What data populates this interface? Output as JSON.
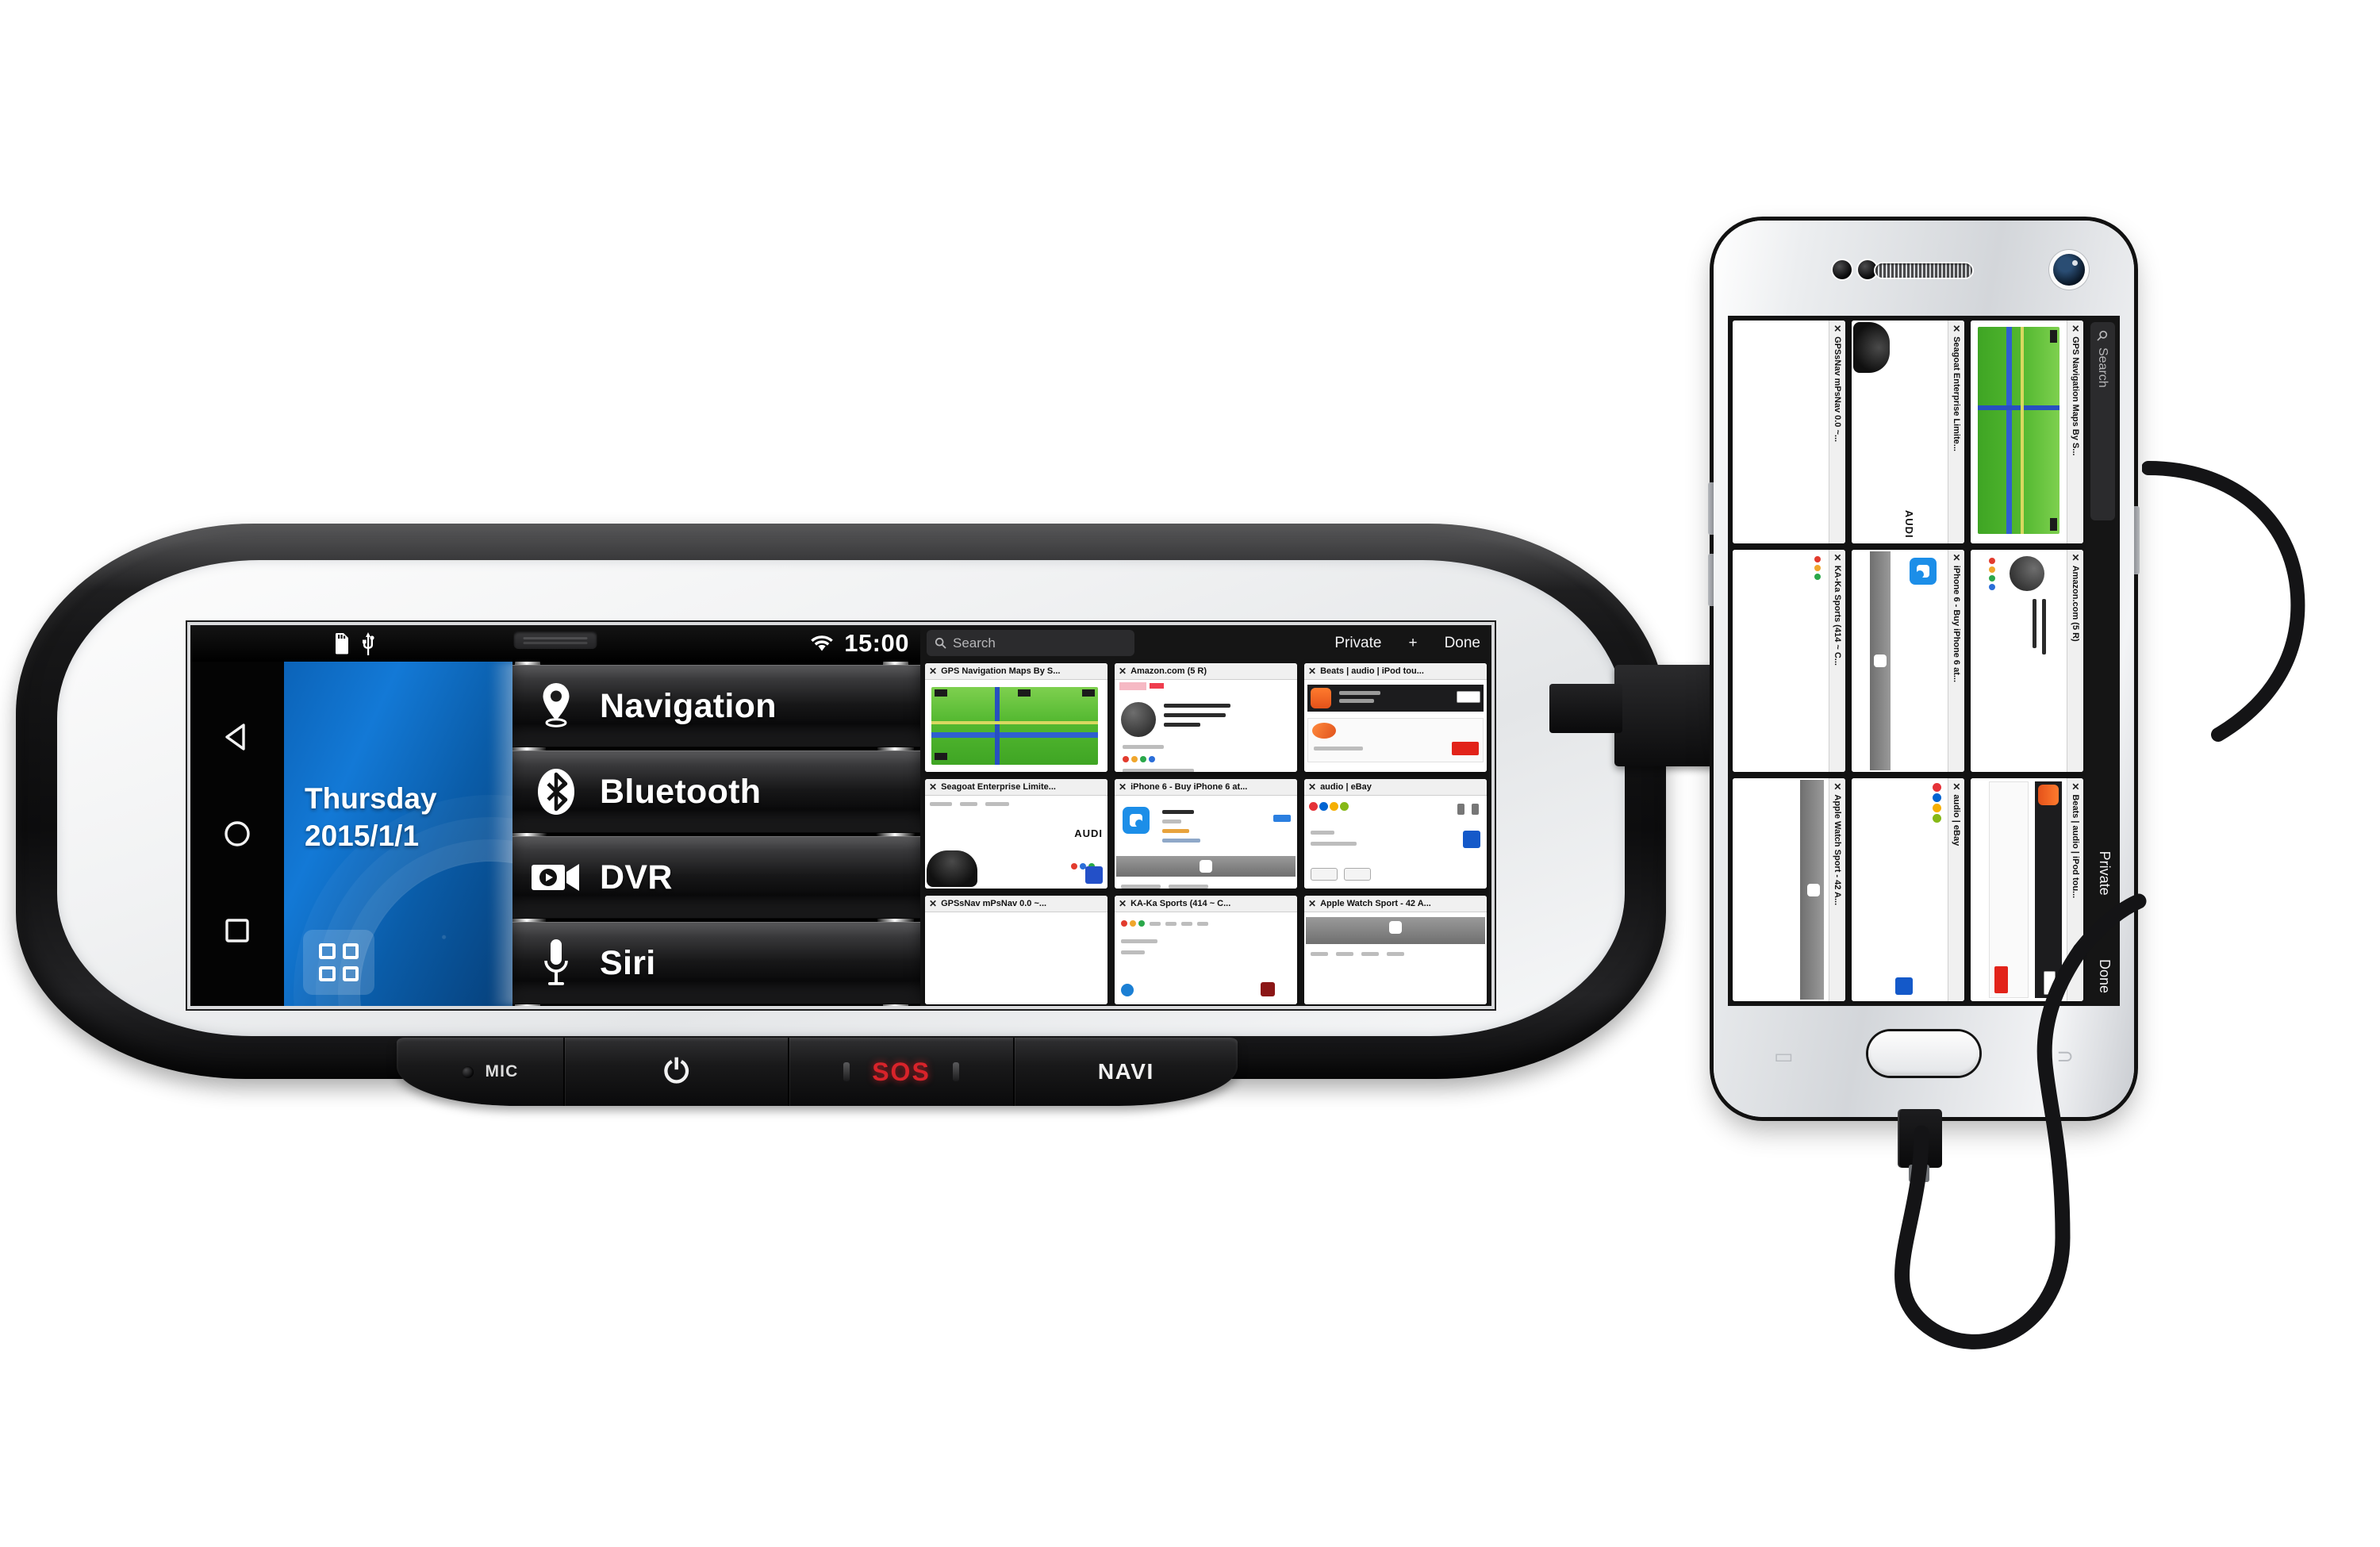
{
  "device": {
    "type": "android-rearview-mirror-monitor",
    "buttons": {
      "mic_label": "MIC",
      "power_glyph": "⏻",
      "sos_label": "SOS",
      "navi_label": "NAVI"
    }
  },
  "mirror_screen": {
    "statusbar": {
      "sd_icon": "sd-card-icon",
      "usb_icon": "usb-icon",
      "wifi_icon": "wifi-icon",
      "time": "15:00"
    },
    "navbar": {
      "back_icon": "back-triangle-icon",
      "home_icon": "home-circle-icon",
      "recents_icon": "recents-square-icon"
    },
    "date_panel": {
      "weekday": "Thursday",
      "date": "2015/1/1",
      "apps_button": "app-drawer-icon"
    },
    "menu": [
      {
        "label": "Navigation",
        "icon": "location-pin-icon"
      },
      {
        "label": "Bluetooth",
        "icon": "bluetooth-icon"
      },
      {
        "label": "DVR",
        "icon": "video-camera-icon"
      },
      {
        "label": "Siri",
        "icon": "microphone-icon"
      }
    ]
  },
  "browser": {
    "search_placeholder": "Search",
    "search_icon": "search-icon",
    "private_label": "Private",
    "new_tab_label": "+",
    "done_label": "Done",
    "tabs": [
      {
        "title": "GPS Navigation Maps By S...",
        "close_icon": "close-icon",
        "kind": "map"
      },
      {
        "title": "Amazon.com (5 R)",
        "close_icon": "close-icon",
        "kind": "shop"
      },
      {
        "title": "Beats | audio | iPod tou...",
        "close_icon": "close-icon",
        "kind": "beats"
      },
      {
        "title": "Seagoat Enterprise Limite...",
        "close_icon": "close-icon",
        "kind": "car"
      },
      {
        "title": "iPhone 6 - Buy iPhone 6 at...",
        "close_icon": "close-icon",
        "kind": "iphone"
      },
      {
        "title": "audio | eBay",
        "close_icon": "close-icon",
        "kind": "ebay"
      },
      {
        "title": "GPSsNav mPsNav 0.0 ~...",
        "close_icon": "close-icon",
        "kind": "blank"
      },
      {
        "title": "KA-Ka Sports (414 ~ C...",
        "close_icon": "close-icon",
        "kind": "search"
      },
      {
        "title": "Apple Watch Sport - 42 A...",
        "close_icon": "close-icon",
        "kind": "watch"
      }
    ]
  },
  "phone": {
    "type": "smartphone",
    "earpiece_icon": "earpiece-speaker-icon",
    "camera_icon": "front-camera-icon",
    "sensor_icon": "proximity-sensor-icon",
    "home_button": "home-button",
    "recents_key": "recents-key-icon",
    "back_key": "back-key-icon",
    "volume_up": "volume-up-key",
    "volume_down": "volume-down-key",
    "power_key": "power-key"
  },
  "accessories": {
    "bracket": "mirror-mount-bracket",
    "cable": "usb-cable",
    "plug": "usb-plug"
  },
  "colors": {
    "accent_blue": "#1379d6",
    "sos_red": "#d8232a",
    "bezel_black": "#141416",
    "glass_white": "#f1f2f3"
  }
}
